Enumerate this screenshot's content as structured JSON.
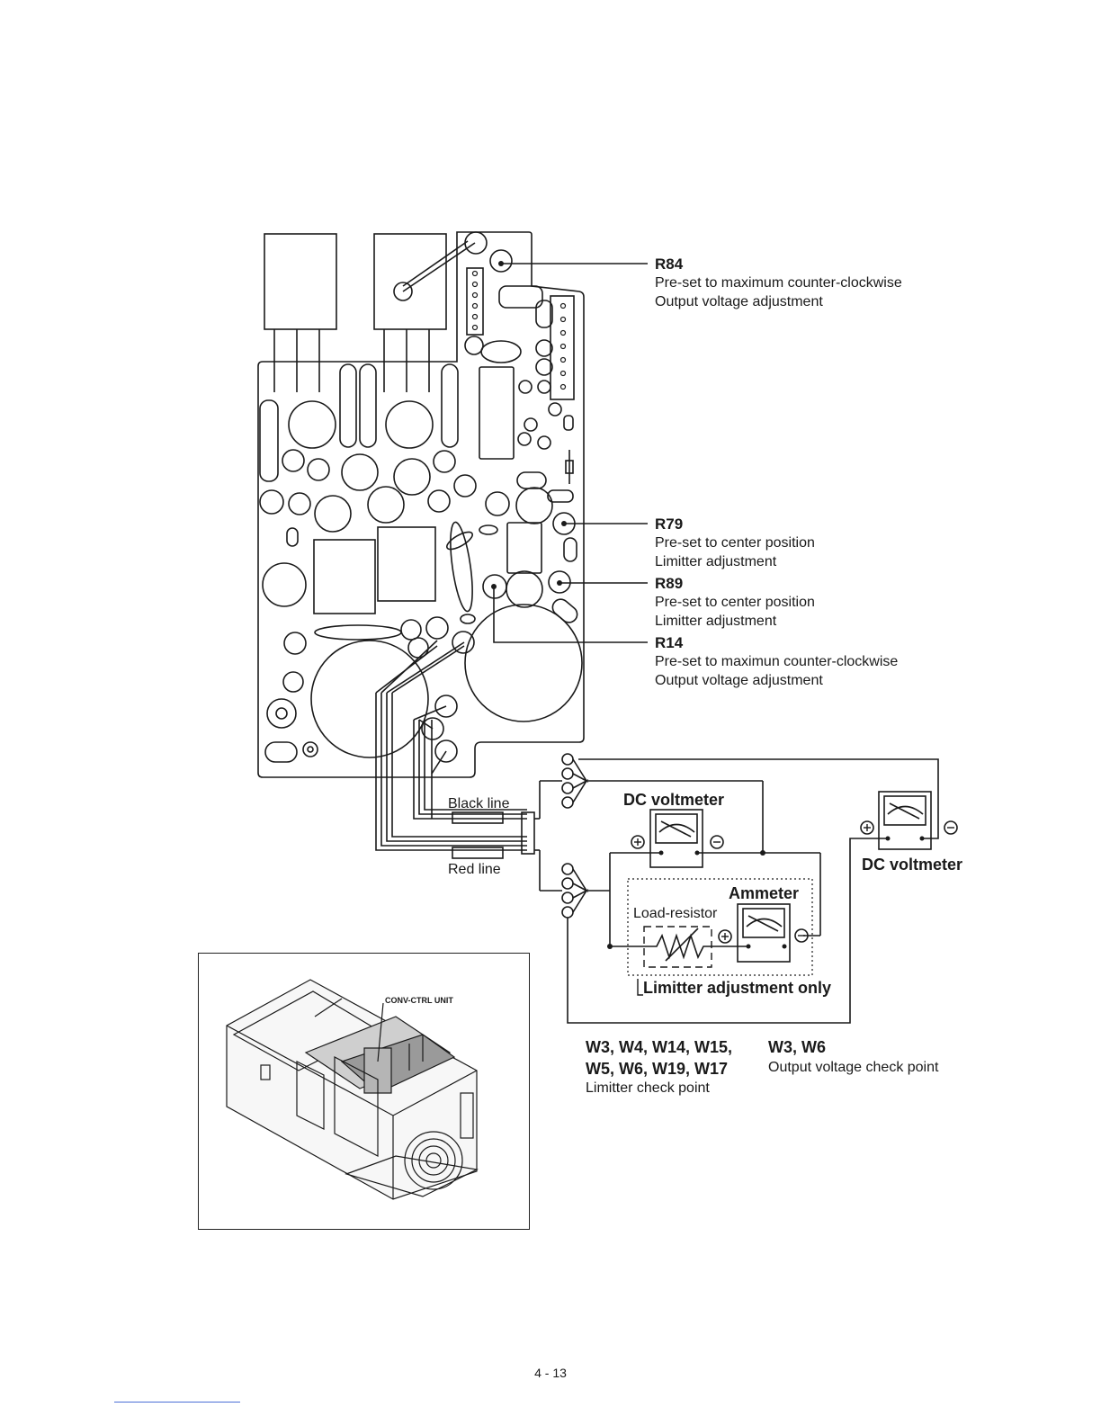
{
  "callouts": [
    {
      "id": "R84",
      "line1": "Pre-set to maximum counter-clockwise",
      "line2": "Output voltage adjustment"
    },
    {
      "id": "R79",
      "line1": "Pre-set to center position",
      "line2": "Limitter adjustment"
    },
    {
      "id": "R89",
      "line1": "Pre-set to center position",
      "line2": "Limitter adjustment"
    },
    {
      "id": "R14",
      "line1": "Pre-set to maximun counter-clockwise",
      "line2": "Output voltage adjustment"
    }
  ],
  "wires": {
    "black": "Black line",
    "red": "Red line"
  },
  "instruments": {
    "dc_voltmeter_1": "DC voltmeter",
    "dc_voltmeter_2": "DC voltmeter",
    "ammeter": "Ammeter",
    "load_resistor": "Load-resistor",
    "limitter_only": "Limitter adjustment only"
  },
  "checkpoints": {
    "limitter_points_line1": "W3, W4, W14, W15,",
    "limitter_points_line2": "W5, W6, W19, W17",
    "limitter_caption": "Limitter check point",
    "output_points": "W3, W6",
    "output_caption": "Output voltage check point"
  },
  "inset": {
    "title": "CONV-CTRL UNIT"
  },
  "page": {
    "number": "4 - 13"
  }
}
